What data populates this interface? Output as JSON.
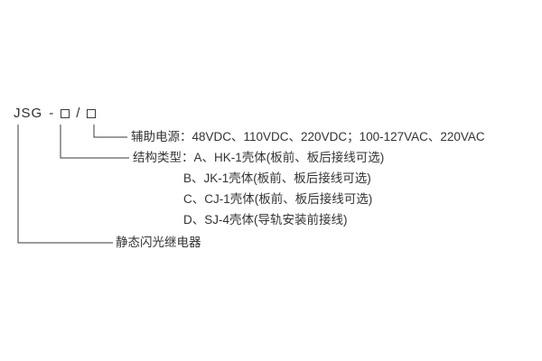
{
  "page": {
    "model": {
      "prefix": "JSG",
      "dash": "-",
      "slash": "/"
    },
    "callouts": {
      "aux_power": "辅助电源：48VDC、110VDC、220VDC；100-127VAC、220VAC",
      "structure_a": "结构类型：A、HK-1壳体(板前、板后接线可选)",
      "structure_b": "B、JK-1壳体(板前、板后接线可选)",
      "structure_c": "C、CJ-1壳体(板前、板后接线可选)",
      "structure_d": "D、SJ-4壳体(导轨安装前接线)",
      "product_name": "静态闪光继电器"
    },
    "colors": {
      "line": "#3a3a3a",
      "text": "#333333",
      "background": "#ffffff"
    }
  }
}
